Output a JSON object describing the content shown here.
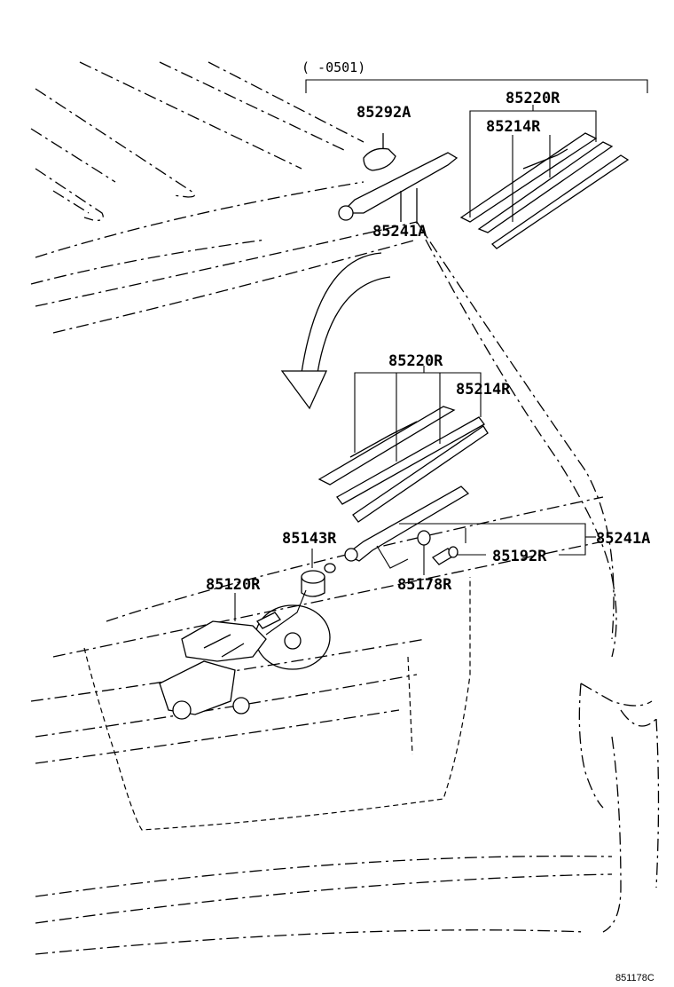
{
  "diagram": {
    "variant_note": "(     -0501)",
    "figure_code": "851178C",
    "labels": {
      "top_blade_assy": "85220R",
      "top_rubber_refill": "85214R",
      "top_cap": "85292A",
      "top_arm": "85241A",
      "blade_assy": "85220R",
      "rubber_refill": "85214R",
      "pivot_cap": "85143R",
      "motor_assy": "85120R",
      "nut": "85178R",
      "arm": "85241A",
      "cover": "85192R"
    }
  }
}
